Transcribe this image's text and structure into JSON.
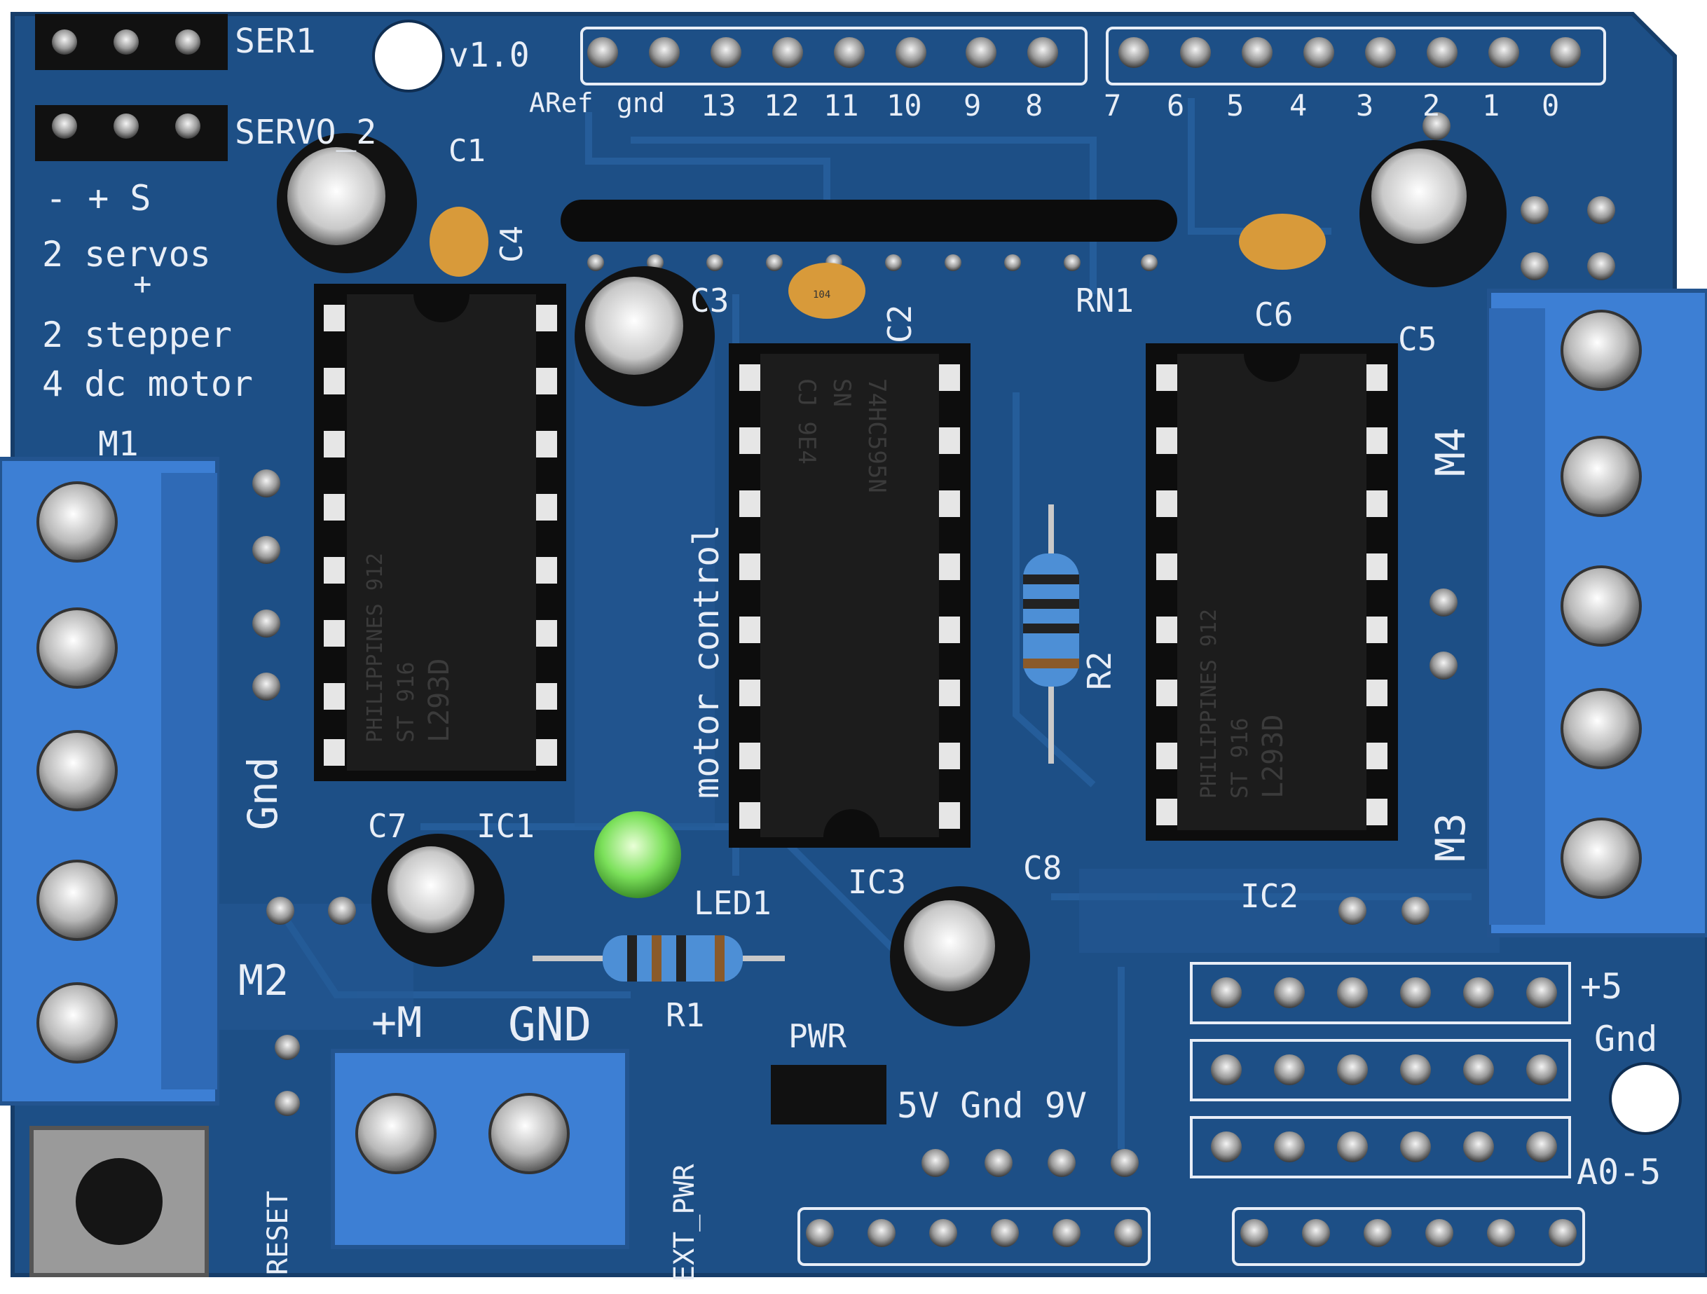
{
  "board": {
    "version": "v1.0",
    "headers": {
      "ser1": "SER1",
      "servo2": "SERVO_2",
      "servo_pins": "-  +  S"
    },
    "description": [
      "2 servos",
      "+",
      "2 stepper",
      "4 dc motor"
    ],
    "digital_pins": [
      "ARef",
      "gnd",
      "13",
      "12",
      "11",
      "10",
      "9",
      "8",
      "7",
      "6",
      "5",
      "4",
      "3",
      "2",
      "1",
      "0"
    ],
    "components": {
      "c1": "C1",
      "c2": "C2",
      "c3": "C3",
      "c4": "C4",
      "c5": "C5",
      "c6": "C6",
      "c7": "C7",
      "c8": "C8",
      "rn1": "RN1",
      "r1": "R1",
      "r2": "R2",
      "led1": "LED1",
      "ic1": "IC1",
      "ic2": "IC2",
      "ic3": "IC3",
      "cap_104": "104"
    },
    "chips": {
      "ic1_lines": [
        "L293D",
        "ST 916",
        "PHILIPPINES 912"
      ],
      "ic3_lines": [
        "74HC595N",
        "SN",
        "CJ 9E4"
      ],
      "ic2_lines": [
        "L293D",
        "ST 916",
        "PHILIPPINES 912"
      ]
    },
    "motor_labels": {
      "m1": "M1",
      "m2": "M2",
      "m3": "M3",
      "m4": "M4"
    },
    "side_labels": {
      "gnd": "Gnd",
      "motor_control": "motor control",
      "reset": "RESET",
      "ext_pwr": "EXT_PWR"
    },
    "power": {
      "plus_m": "+M",
      "gnd": "GND",
      "pwr": "PWR",
      "sel": "5V Gnd 9V"
    },
    "analog": {
      "plus5": "+5",
      "gnd": "Gnd",
      "a05": "A0-5"
    },
    "colors": {
      "pcb": "#1d4f86",
      "terminal": "#3d7fd4",
      "silk": "#e8eef7",
      "chip": "#141414",
      "led": "#7be05a"
    }
  }
}
